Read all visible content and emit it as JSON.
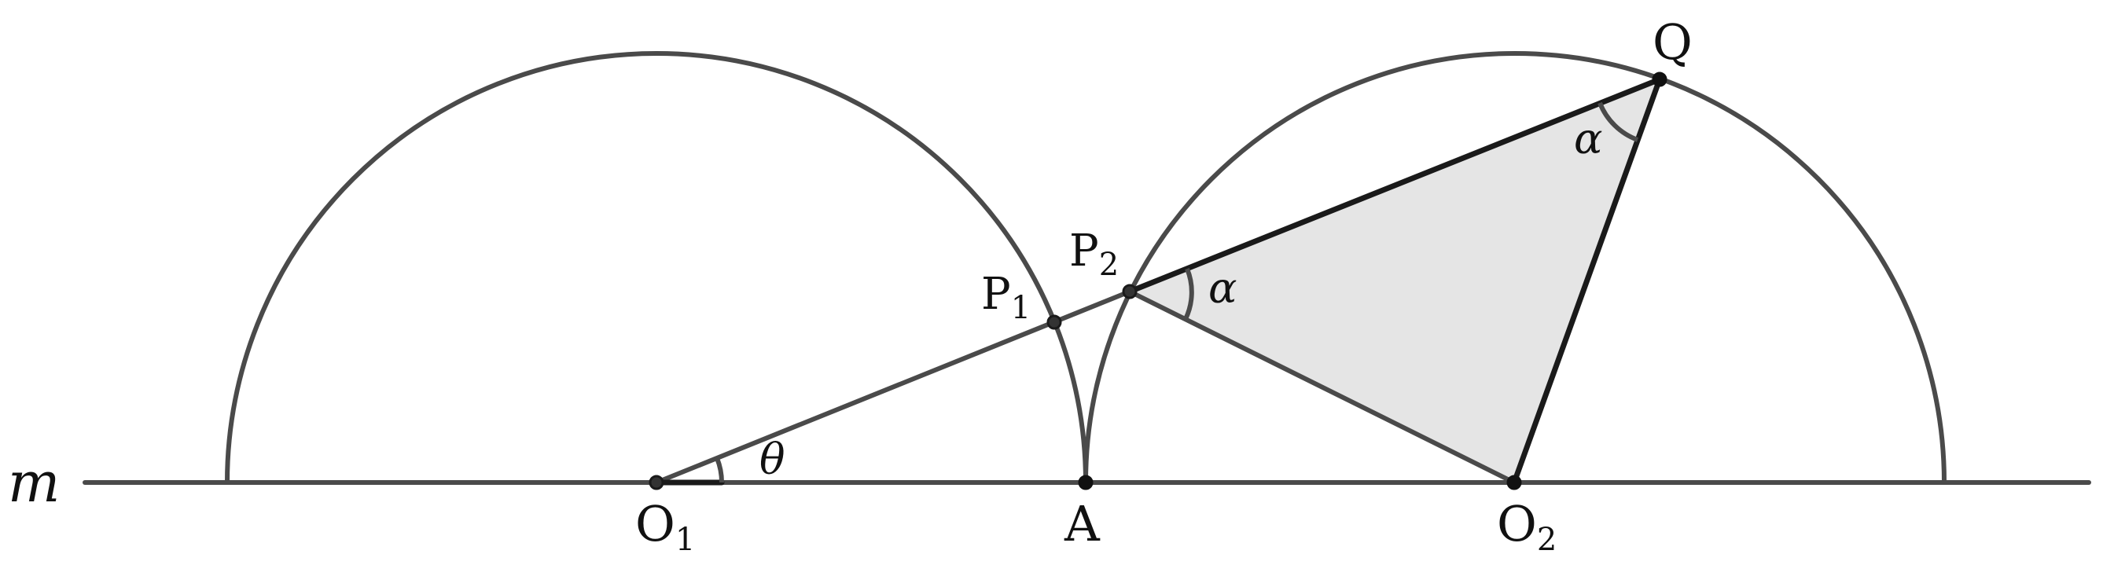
{
  "diagram": {
    "line_label": "m",
    "points": {
      "o1": {
        "letter": "O",
        "sub": "1"
      },
      "a": {
        "letter": "A"
      },
      "o2": {
        "letter": "O",
        "sub": "2"
      },
      "p1": {
        "letter": "P",
        "sub": "1"
      },
      "p2": {
        "letter": "P",
        "sub": "2"
      },
      "q": {
        "letter": "Q"
      }
    },
    "angles": {
      "theta": "θ",
      "alpha_p2": "α",
      "alpha_q": "α"
    },
    "colors": {
      "stroke": "#4a4a4a",
      "triangle_fill": "#e5e5e5",
      "point_fill": "#333333"
    }
  }
}
